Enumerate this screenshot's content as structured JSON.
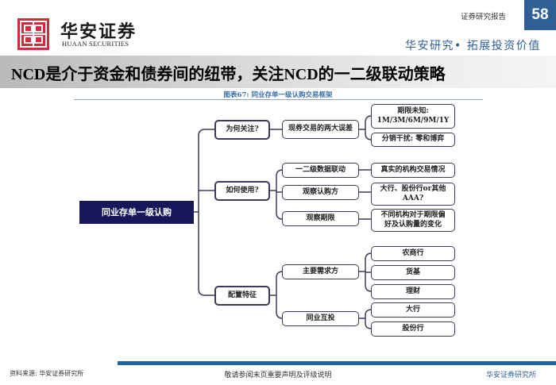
{
  "header": {
    "logo_cn": "华安证券",
    "logo_en": "HUAAN SECURITIES",
    "report_label": "证券研究报告",
    "page_number": "58",
    "slogan": "华安研究• 拓展投资价值",
    "brand_color": "#d8283f",
    "accent_color": "#2f5f95"
  },
  "title": "NCD是介于资金和债券间的纽带，关注NCD的一二级联动策略",
  "figure": {
    "caption": "图表67: 同业存单一级认购交易框架",
    "root": "同业存单一级认购",
    "branches": [
      {
        "label": "为何关注?",
        "children": [
          {
            "label": "现券交易的两大误差",
            "children": [
              "期限未知: 1M/3M/6M/9M/1Y",
              "分销干扰: 零和博弈"
            ]
          }
        ]
      },
      {
        "label": "如何使用?",
        "children": [
          {
            "label": "一二级数据联动",
            "children": [
              "真实的机构交易情况"
            ]
          },
          {
            "label": "观察认购方",
            "children": [
              "大行、股份行or其他AAA?"
            ]
          },
          {
            "label": "观察期限",
            "children": [
              "不同机构对于期限偏好及认购量的变化"
            ]
          }
        ]
      },
      {
        "label": "配置特征",
        "children": [
          {
            "label": "主要需求方",
            "children": [
              "农商行",
              "货基",
              "理财"
            ]
          },
          {
            "label": "同业互投",
            "children": [
              "大行",
              "股份行"
            ]
          }
        ]
      }
    ],
    "l3_line1": {
      "term_unknown": "期限未知:",
      "term_list": "1M/3M/6M/9M/1Y",
      "bank_q1": "大行、股份行or其他",
      "bank_q2": "AAA?",
      "pref1": "不同机构对于期限偏",
      "pref2": "好及认购量的变化"
    },
    "root_color": "#17175a"
  },
  "footer": {
    "source": "资料来源: 华安证券研究所",
    "disclaimer": "敬请参阅末页重要声明及评级说明",
    "brand": "华安证券研究所"
  }
}
